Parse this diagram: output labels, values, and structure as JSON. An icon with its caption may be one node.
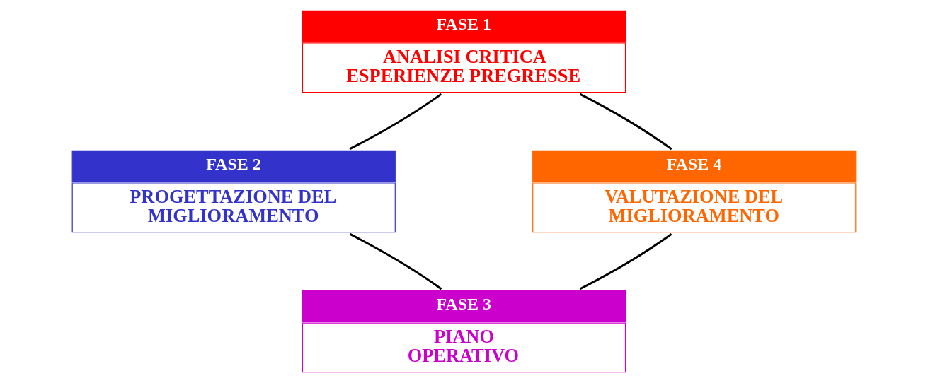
{
  "diagram": {
    "nodes": [
      {
        "text": [
          "FASE 1",
          "ANALISI CRITICA ESPERIENZE PREGRESSE"
        ]
      },
      {
        "text": [
          "FASE 2",
          "PROGETTAZIONE DEL MIGLIORAMENTO"
        ]
      },
      {
        "text": [
          "FASE 3",
          "PIANO OPERATIVO"
        ]
      },
      {
        "text": [
          "FASE 4",
          "VALUTAZIONE DEL MIGLIORAMENTO"
        ]
      }
    ],
    "edges": [
      {
        "from": 0,
        "to": 1,
        "arrow": "none"
      },
      {
        "from": 1,
        "to": 2,
        "arrow": "none"
      },
      {
        "from": 2,
        "to": 3,
        "arrow": "none"
      },
      {
        "from": 3,
        "to": 0,
        "arrow": "none"
      }
    ]
  }
}
